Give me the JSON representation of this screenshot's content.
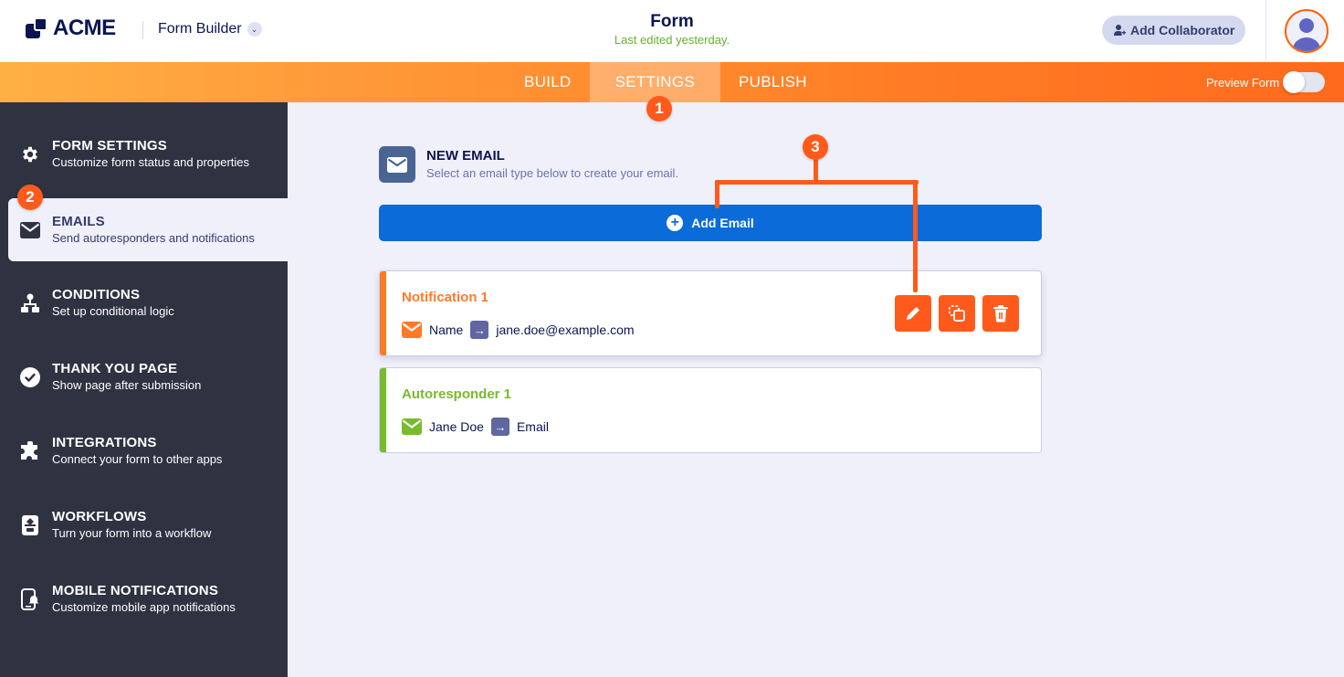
{
  "header": {
    "logo_text": "ACME",
    "app_switcher_label": "Form Builder",
    "form_title": "Form",
    "form_subtitle": "Last edited yesterday.",
    "collaborator_button": "Add Collaborator"
  },
  "nav": {
    "tabs": [
      {
        "label": "BUILD",
        "active": false
      },
      {
        "label": "SETTINGS",
        "active": true
      },
      {
        "label": "PUBLISH",
        "active": false
      }
    ],
    "preview_label": "Preview Form",
    "preview_enabled": false
  },
  "sidebar": {
    "items": [
      {
        "title": "FORM SETTINGS",
        "desc": "Customize form status and properties",
        "icon": "gear-icon"
      },
      {
        "title": "EMAILS",
        "desc": "Send autoresponders and notifications",
        "icon": "envelope-icon",
        "active": true
      },
      {
        "title": "CONDITIONS",
        "desc": "Set up conditional logic",
        "icon": "sitemap-icon"
      },
      {
        "title": "THANK YOU PAGE",
        "desc": "Show page after submission",
        "icon": "check-circle-icon"
      },
      {
        "title": "INTEGRATIONS",
        "desc": "Connect your form to other apps",
        "icon": "puzzle-icon"
      },
      {
        "title": "WORKFLOWS",
        "desc": "Turn your form into a workflow",
        "icon": "workflow-icon"
      },
      {
        "title": "MOBILE NOTIFICATIONS",
        "desc": "Customize mobile app notifications",
        "icon": "mobile-bell-icon"
      }
    ]
  },
  "main": {
    "new_email_title": "NEW EMAIL",
    "new_email_subtitle": "Select an email type below to create your email.",
    "add_email_label": "Add Email",
    "emails": [
      {
        "title": "Notification 1",
        "from": "Name",
        "to": "jane.doe@example.com",
        "color": "#ff7a25",
        "selected": true
      },
      {
        "title": "Autoresponder 1",
        "from": "Jane Doe",
        "to": "Email",
        "color": "#78bb2d",
        "selected": false
      }
    ],
    "actions": [
      "edit",
      "duplicate",
      "delete"
    ]
  },
  "callouts": {
    "one": "1",
    "two": "2",
    "three": "3"
  },
  "colors": {
    "accent_orange": "#ff5a1c",
    "primary_blue": "#0a6bd9",
    "sidebar_bg": "#2f3241",
    "notification": "#ff7a25",
    "autoresponder": "#78bb2d"
  }
}
